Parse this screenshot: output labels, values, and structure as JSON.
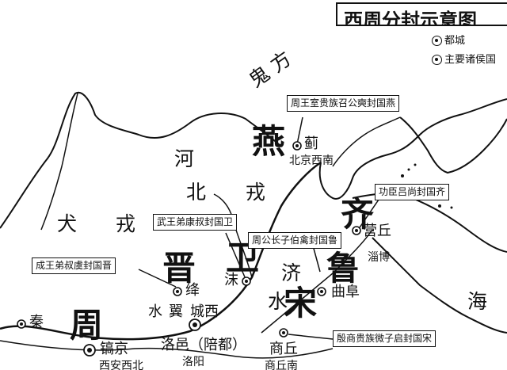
{
  "map_title": "西周分封示意图",
  "legend": [
    {
      "symbol": "capital-icon",
      "label": "都城"
    },
    {
      "symbol": "vassal-city-icon",
      "label": "主要诸侯国"
    }
  ],
  "regions": {
    "guifang": "鬼 方",
    "he": "河",
    "bei": "北",
    "rong": "戎",
    "quan": "犬",
    "rong2": "戎",
    "ji_river": "济",
    "shui": "水",
    "hai": "海"
  },
  "states": {
    "yan": "燕",
    "qi": "齐",
    "wei": "卫",
    "lu": "鲁",
    "jin": "晋",
    "song": "宋",
    "zhou": "周"
  },
  "cities": {
    "ji": "蓟",
    "ji_modern": "北京西南",
    "yingqiu": "营丘",
    "zibo": "淄博",
    "mei": "沫",
    "qufu": "曲阜",
    "jiang": "绛",
    "yi": "翼",
    "chengxi": "城西",
    "shui2": "水",
    "luoyi": "洛邑（陪都）",
    "luoyang": "洛阳",
    "haojing": "镐京",
    "xian": "西安西北",
    "shangqiu": "商丘",
    "shangqiu_south": "商丘南",
    "qin": "秦"
  },
  "annotations": {
    "yan_box": "周王室贵族召公奭封国燕",
    "qi_box": "功臣吕尚封国齐",
    "wei_box": "武王弟康叔封国卫",
    "lu_box": "周公长子伯禽封国鲁",
    "jin_box": "成王弟叔虞封国晋",
    "song_box": "殷商贵族微子启封国宋"
  }
}
